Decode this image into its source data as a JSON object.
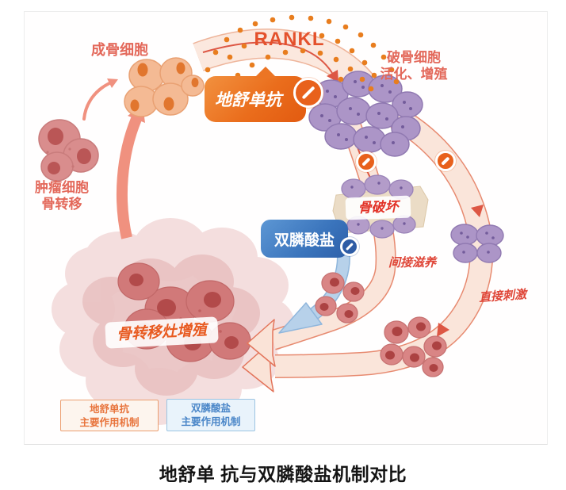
{
  "caption": "地舒单 抗与双膦酸盐机制对比",
  "labels": {
    "rankl": "RANKL",
    "osteoblast": "成骨细胞",
    "tumor_line1": "肿瘤细胞",
    "tumor_line2": "骨转移",
    "osteoclast_line1": "破骨细胞",
    "osteoclast_line2": "活化、增殖",
    "denosumab": "地舒单抗",
    "bisphosphonate": "双膦酸盐",
    "bone_destruction": "骨破坏",
    "indirect_nourish": "间接滋养",
    "direct_stimulate": "直接刺激",
    "metastasis_growth": "骨转移灶增殖"
  },
  "legend": {
    "denosumab": {
      "line1": "地舒单抗",
      "line2": "主要作用机制"
    },
    "bisphosphonate": {
      "line1": "双膦酸盐",
      "line2": "主要作用机制"
    }
  },
  "colors": {
    "orange_accent": "#e8611c",
    "rankl_text": "#e4512c",
    "rankl_dots": "#e87d1e",
    "salmon_label": "#e3685a",
    "red_label": "#df4537",
    "blue_accent": "#2e60a9",
    "light_blue_arrow": "#b7d1ea",
    "band_fill": "#fae5da",
    "band_edge": "#e78a70",
    "purple_cell": "#ac95c7",
    "peach_cell": "#f4ba94",
    "pink_cell": "#d98585",
    "legend_orange_text": "#e8743c",
    "legend_blue_text": "#4a86c8"
  }
}
